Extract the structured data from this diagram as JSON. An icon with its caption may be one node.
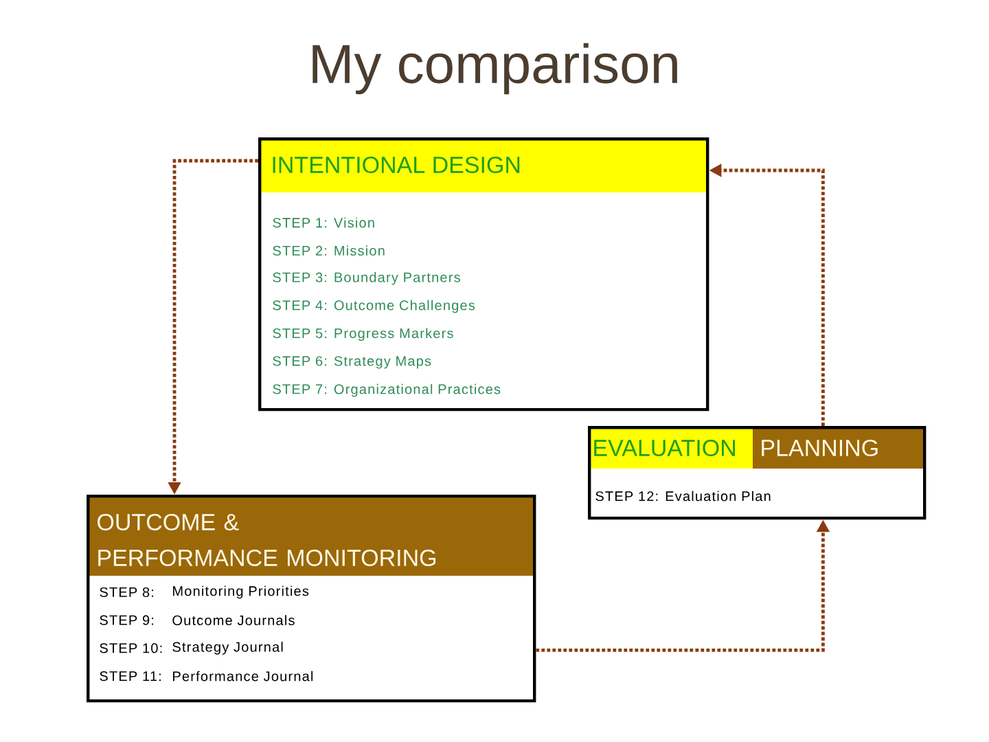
{
  "diagram": {
    "title": "My comparison",
    "nodes": [
      {
        "text": [
          "INTENTIONAL DESIGN",
          "STEP 1: Vision",
          "STEP 2: Mission",
          "STEP 3: Boundary Partners",
          "STEP 4: Outcome Challenges",
          "STEP 5: Progress Markers",
          "STEP 6: Strategy Maps",
          "STEP 7: Organizational Practices"
        ]
      },
      {
        "text": [
          "EVALUATION",
          "PLANNING",
          "STEP 12: Evaluation Plan"
        ]
      },
      {
        "text": [
          "OUTCOME & PERFORMANCE MONITORING",
          "STEP 8:",
          "Monitoring Priorities",
          "STEP 9:",
          "Outcome Journals",
          "STEP 10:",
          "Strategy Journal",
          "STEP 11:",
          "Performance Journal"
        ]
      }
    ],
    "edges": [
      {
        "from": 0,
        "to": 2,
        "arrow": "to"
      },
      {
        "from": 1,
        "to": 0,
        "arrow": "to"
      },
      {
        "from": 2,
        "to": 1,
        "arrow": "to"
      }
    ]
  }
}
